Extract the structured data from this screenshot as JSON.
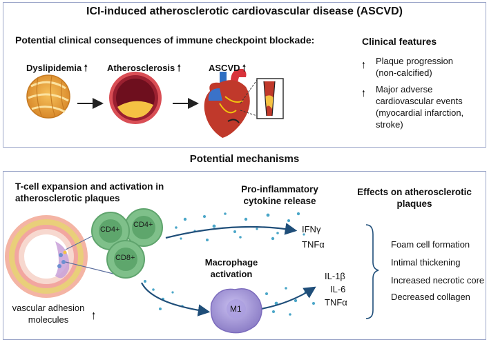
{
  "title": "ICI-induced atherosclerotic cardiovascular disease (ASCVD)",
  "top": {
    "heading": "Potential clinical consequences of immune checkpoint blockade:",
    "steps": [
      "Dyslipidemia",
      "Atherosclerosis",
      "ASCVD"
    ],
    "features_title": "Clinical features",
    "features": [
      [
        "Plaque progression",
        "(non-calcified)"
      ],
      [
        "Major adverse",
        "cardiovascular events",
        "(myocardial infarction,",
        "stroke)"
      ]
    ],
    "up_arrow_icon": "up-arrow-icon"
  },
  "mechanisms_title": "Potential mechanisms",
  "bottom": {
    "tcell_title": [
      "T-cell expansion and activation in",
      "atherosclerotic plaques"
    ],
    "cytokine_title": [
      "Pro-inflammatory",
      "cytokine release"
    ],
    "effects_title": [
      "Effects on atherosclerotic",
      "plaques"
    ],
    "cells": [
      "CD4+",
      "CD4+",
      "CD8+"
    ],
    "cytokines_t": [
      "IFNγ",
      "TNFα"
    ],
    "macrophage_title": [
      "Macrophage",
      "activation"
    ],
    "macrophage_label": "M1",
    "cytokines_m": [
      "IL-1β",
      "IL-6",
      "TNFα"
    ],
    "effects": [
      "Foam cell formation",
      "Intimal thickening",
      "Increased necrotic core",
      "Decreased collagen"
    ],
    "adhesion_label": [
      "vascular adhesion",
      "molecules"
    ]
  },
  "colors": {
    "border": "#9aa5c8",
    "arrow": "#1f4e79",
    "tcell": "#7fc08a",
    "macrophage": "#a89ad0",
    "dots": "#4aa6c8"
  }
}
